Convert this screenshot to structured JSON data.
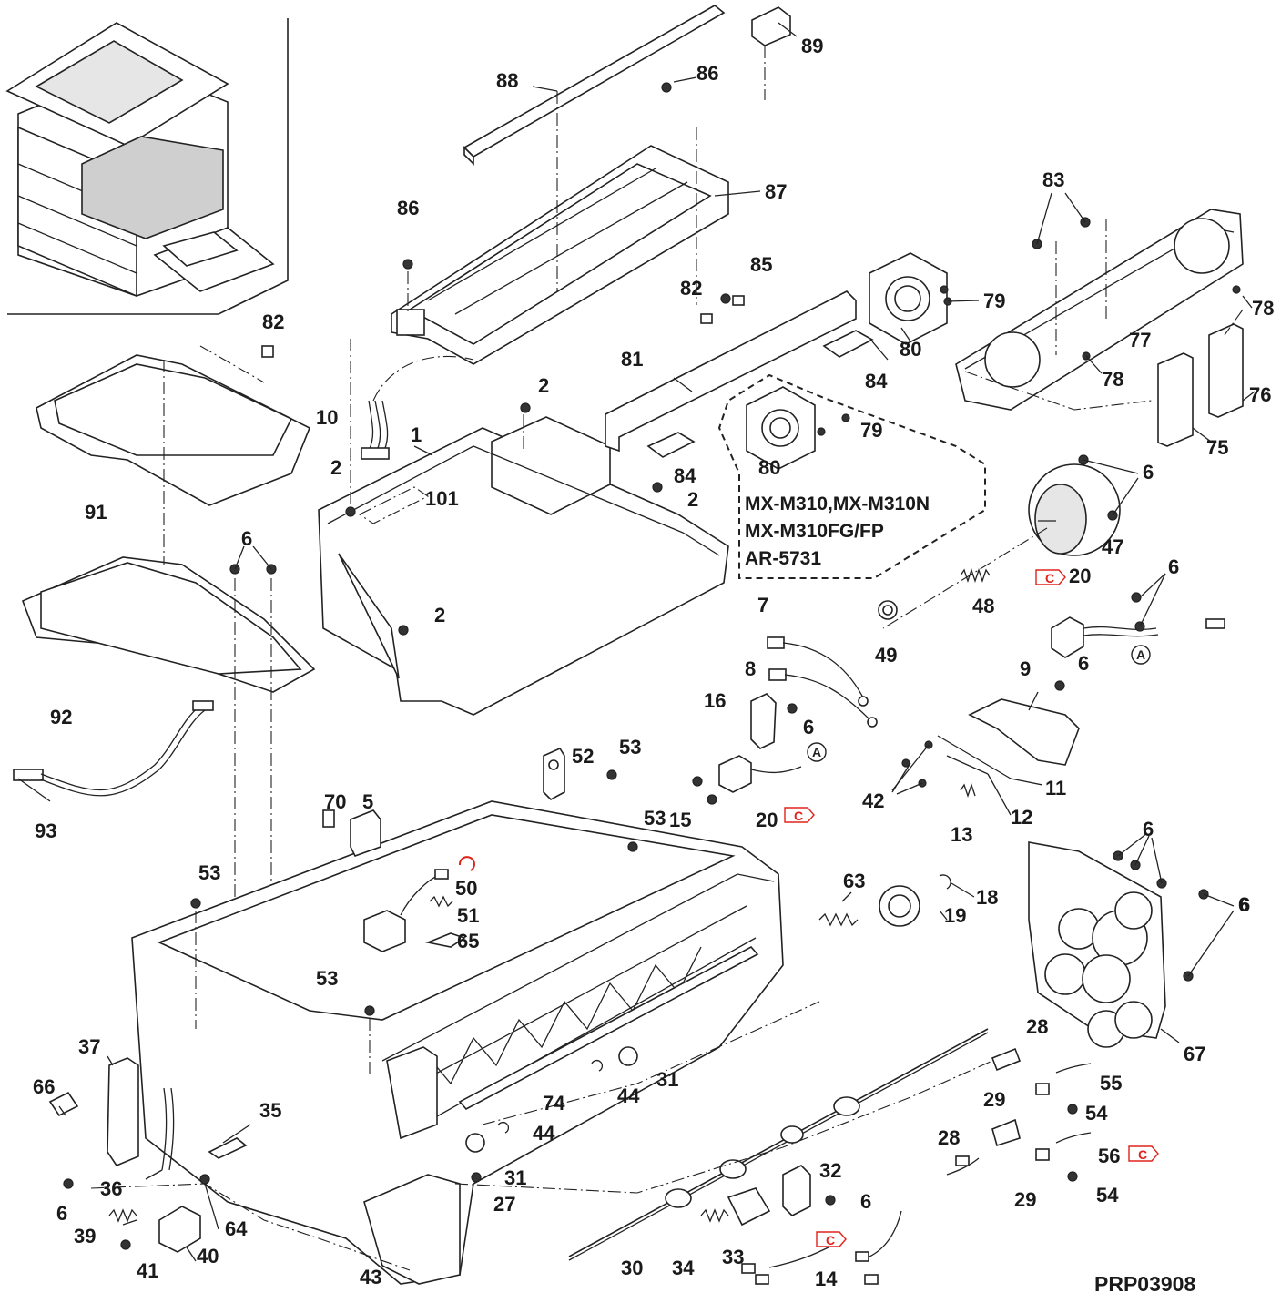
{
  "drawing_code": "PRP03908",
  "model_note": {
    "lines": [
      "MX-M310,MX-M310N",
      "MX-M310FG/FP",
      "AR-5731"
    ]
  },
  "ref_marks": {
    "circle_a": "A",
    "change_mark": "C"
  },
  "callouts": [
    "89",
    "88",
    "86",
    "87",
    "86",
    "83",
    "85",
    "82",
    "79",
    "78",
    "82",
    "77",
    "78",
    "80",
    "84",
    "81",
    "76",
    "75",
    "10",
    "1",
    "2",
    "79",
    "2",
    "101",
    "80",
    "84",
    "2",
    "91",
    "6",
    "6",
    "47",
    "2",
    "48",
    "20",
    "6",
    "92",
    "7",
    "49",
    "8",
    "9",
    "6",
    "16",
    "6",
    "52",
    "53",
    "11",
    "42",
    "12",
    "15",
    "20",
    "70",
    "5",
    "13",
    "93",
    "53",
    "6",
    "53",
    "6",
    "50",
    "63",
    "18",
    "51",
    "19",
    "65",
    "6",
    "53",
    "37",
    "67",
    "28",
    "31",
    "44",
    "55",
    "66",
    "74",
    "35",
    "29",
    "54",
    "44",
    "28",
    "56",
    "36",
    "31",
    "32",
    "27",
    "6",
    "6",
    "64",
    "29",
    "54",
    "39",
    "40",
    "30",
    "34",
    "33",
    "41",
    "43",
    "14"
  ]
}
